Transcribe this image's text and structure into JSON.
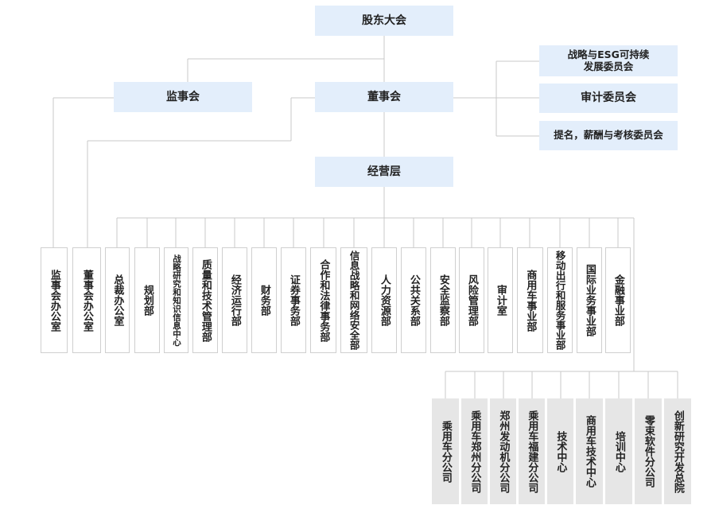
{
  "top_nodes": {
    "shareholders": "股东大会",
    "supervisory": "监事会",
    "board": "董事会",
    "management": "经营层",
    "committee_esg": "战略与ESG可持续\n发展委员会",
    "committee_audit": "审计委员会",
    "committee_nomination": "提名，薪酬与考核委员会"
  },
  "departments": [
    "监事会办公室",
    "董事会办公室",
    "总裁办公室",
    "规划部",
    "战略研究和知识信息中心",
    "质量和技术管理部",
    "经济运行部",
    "财务部",
    "证券事务部",
    "合作和法律事务部",
    "信息战略和网络安全部",
    "人力资源部",
    "公共关系部",
    "安全监察部",
    "风险管理部",
    "审计室",
    "商用车事业部",
    "移动出行和服务事业部",
    "国际业务事业部",
    "金融事业部"
  ],
  "subsidiaries": [
    "乘用车分公司",
    "乘用车郑州分公司",
    "郑州发动机分公司",
    "乘用车福建分公司",
    "技术中心",
    "商用车技术中心",
    "培训中心",
    "零束软件分公司",
    "创新研究开发总院"
  ],
  "colors": {
    "header_box": "#e3eefb",
    "sub_box": "#e6e6e6",
    "line": "#c8c8c8"
  }
}
